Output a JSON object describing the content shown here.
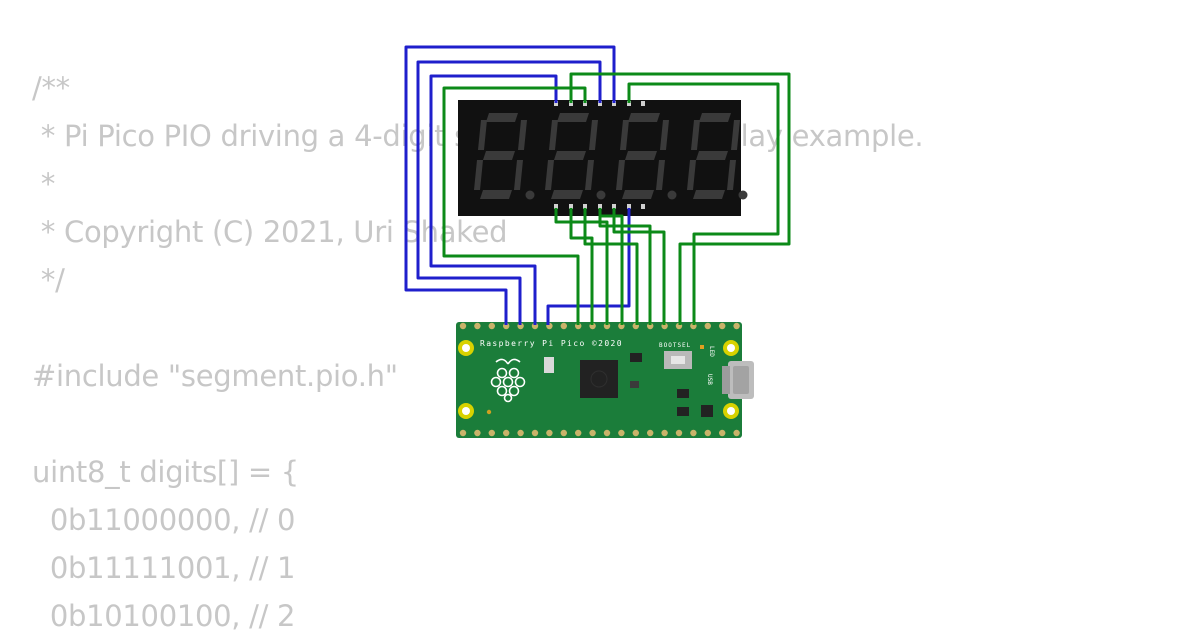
{
  "code": {
    "lines": [
      "/**",
      " * Pi Pico PIO driving a 4-digit seven segment display example.",
      " *",
      " * Copyright (C) 2021, Uri Shaked",
      " */",
      "",
      "#include \"segment.pio.h\"",
      "",
      "uint8_t digits[] = {",
      "  0b11000000, // 0",
      "  0b11111001, // 1",
      "  0b10100100, // 2"
    ]
  },
  "board": {
    "label": "Raspberry Pi Pico ©2020",
    "bootsel_label": "BOOTSEL",
    "led_label": "LED",
    "usb_label": "USB"
  },
  "colors": {
    "wire_blue": "#1f1fcc",
    "wire_green": "#0c8a18",
    "pcb_green": "#1b7d3a",
    "display_body": "#111111",
    "segment_off": "#3a3a3a",
    "code_text": "#c7c7c7"
  },
  "icons": [
    "raspberry-logo-icon",
    "usb-connector-icon"
  ]
}
